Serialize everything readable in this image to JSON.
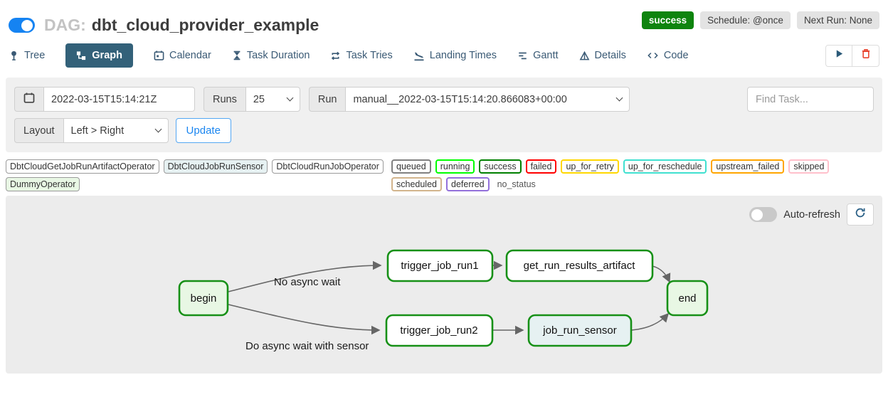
{
  "header": {
    "dag_prefix": "DAG:",
    "dag_title": "dbt_cloud_provider_example",
    "status_badge": "success",
    "schedule_badge": "Schedule: @once",
    "next_run_badge": "Next Run: None"
  },
  "tabs": [
    {
      "label": "Tree",
      "icon": "pin-icon"
    },
    {
      "label": "Graph",
      "icon": "graph-icon",
      "active": true
    },
    {
      "label": "Calendar",
      "icon": "calendar-icon"
    },
    {
      "label": "Task Duration",
      "icon": "hourglass-icon"
    },
    {
      "label": "Task Tries",
      "icon": "repeat-icon"
    },
    {
      "label": "Landing Times",
      "icon": "plane-landing-icon"
    },
    {
      "label": "Gantt",
      "icon": "gantt-icon"
    },
    {
      "label": "Details",
      "icon": "details-icon"
    },
    {
      "label": "Code",
      "icon": "code-icon"
    }
  ],
  "filters": {
    "base_date": "2022-03-15T15:14:21Z",
    "runs_label": "Runs",
    "num_runs": "25",
    "run_label": "Run",
    "run_value": "manual__2022-03-15T15:14:20.866083+00:00",
    "find_task_placeholder": "Find Task...",
    "layout_label": "Layout",
    "layout_value": "Left > Right",
    "update_button": "Update"
  },
  "legend": {
    "operators": [
      {
        "label": "DbtCloudGetJobRunArtifactOperator",
        "fill": "#ffffff"
      },
      {
        "label": "DbtCloudJobRunSensor",
        "fill": "#e6f1f2"
      },
      {
        "label": "DbtCloudRunJobOperator",
        "fill": "#ffffff"
      },
      {
        "label": "DummyOperator",
        "fill": "#e8f7e4"
      }
    ],
    "states": [
      {
        "label": "queued",
        "color": "#808080"
      },
      {
        "label": "running",
        "color": "#00ff00"
      },
      {
        "label": "success",
        "color": "#008000"
      },
      {
        "label": "failed",
        "color": "#ff0000"
      },
      {
        "label": "up_for_retry",
        "color": "#ffd700"
      },
      {
        "label": "up_for_reschedule",
        "color": "#40e0d0"
      },
      {
        "label": "upstream_failed",
        "color": "#ffa500"
      },
      {
        "label": "skipped",
        "color": "#ffc0cb"
      },
      {
        "label": "scheduled",
        "color": "#d2b48c"
      },
      {
        "label": "deferred",
        "color": "#9370db"
      }
    ],
    "no_status_label": "no_status"
  },
  "graph_panel": {
    "auto_refresh_label": "Auto-refresh",
    "node_border_color": "#169016",
    "edge_color": "#666666",
    "nodes": [
      {
        "id": "begin",
        "label": "begin",
        "fill": "#e8f7e4",
        "operator": "DummyOperator",
        "state": "success"
      },
      {
        "id": "trigger_job_run1",
        "label": "trigger_job_run1",
        "fill": "#ffffff",
        "operator": "DbtCloudRunJobOperator",
        "state": "success"
      },
      {
        "id": "get_run_results_artifact",
        "label": "get_run_results_artifact",
        "fill": "#ffffff",
        "operator": "DbtCloudGetJobRunArtifactOperator",
        "state": "success"
      },
      {
        "id": "trigger_job_run2",
        "label": "trigger_job_run2",
        "fill": "#ffffff",
        "operator": "DbtCloudRunJobOperator",
        "state": "success"
      },
      {
        "id": "job_run_sensor",
        "label": "job_run_sensor",
        "fill": "#e6f1f2",
        "operator": "DbtCloudJobRunSensor",
        "state": "success"
      },
      {
        "id": "end",
        "label": "end",
        "fill": "#e8f7e4",
        "operator": "DummyOperator",
        "state": "success"
      }
    ],
    "edges": [
      {
        "from": "begin",
        "to": "trigger_job_run1",
        "label": "No async wait"
      },
      {
        "from": "trigger_job_run1",
        "to": "get_run_results_artifact",
        "label": ""
      },
      {
        "from": "get_run_results_artifact",
        "to": "end",
        "label": ""
      },
      {
        "from": "begin",
        "to": "trigger_job_run2",
        "label": "Do async wait with sensor"
      },
      {
        "from": "trigger_job_run2",
        "to": "job_run_sensor",
        "label": ""
      },
      {
        "from": "job_run_sensor",
        "to": "end",
        "label": ""
      }
    ]
  },
  "colors": {
    "accent_blue": "#1583f2",
    "tab_active_bg": "#336179",
    "success_green": "#0e840e",
    "panel_gray": "#f0f0f0",
    "graph_bg": "#ececec",
    "trash_red": "#e8432d"
  }
}
